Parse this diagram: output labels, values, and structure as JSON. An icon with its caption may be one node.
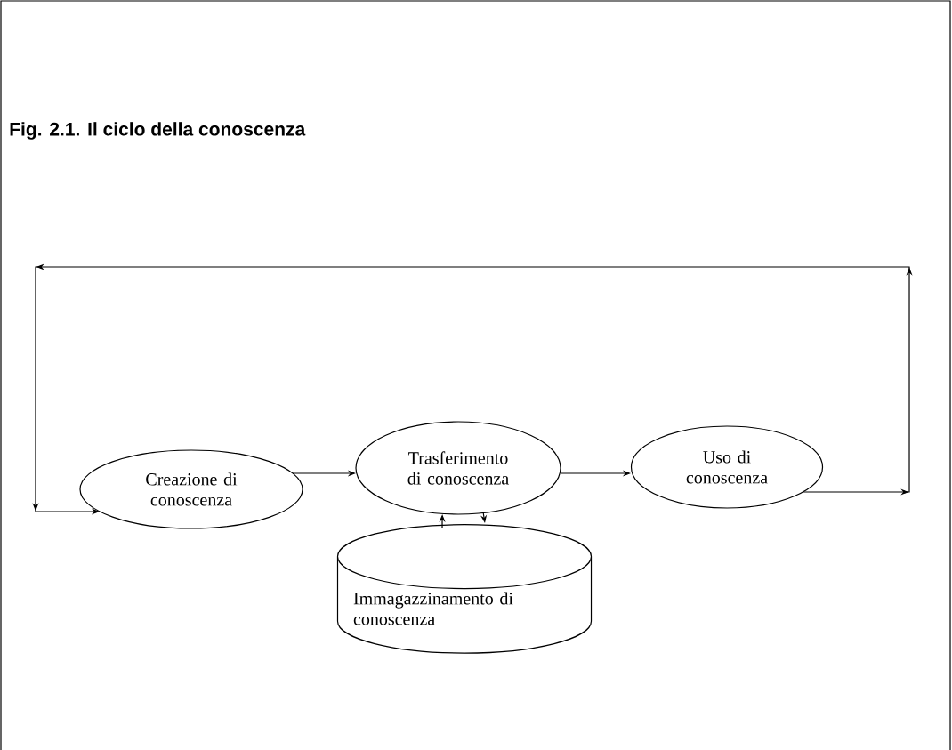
{
  "diagram": {
    "title": "Fig. 2.1. Il ciclo della conoscenza",
    "nodes": [
      {
        "text": [
          "Creazione di conoscenza"
        ]
      },
      {
        "text": [
          "Trasferimento di conoscenza"
        ]
      },
      {
        "text": [
          "Uso di conoscenza"
        ]
      },
      {
        "text": [
          "Immagazzinamento di conoscenza"
        ]
      }
    ],
    "edges": [
      {
        "from": 0,
        "to": 1,
        "arrow": "to"
      },
      {
        "from": 1,
        "to": 2,
        "arrow": "to"
      },
      {
        "from": 3,
        "to": 1,
        "arrow": "to"
      },
      {
        "from": 1,
        "to": 3,
        "arrow": "to"
      },
      {
        "from": 2,
        "to": 0,
        "arrow": "to"
      }
    ]
  }
}
